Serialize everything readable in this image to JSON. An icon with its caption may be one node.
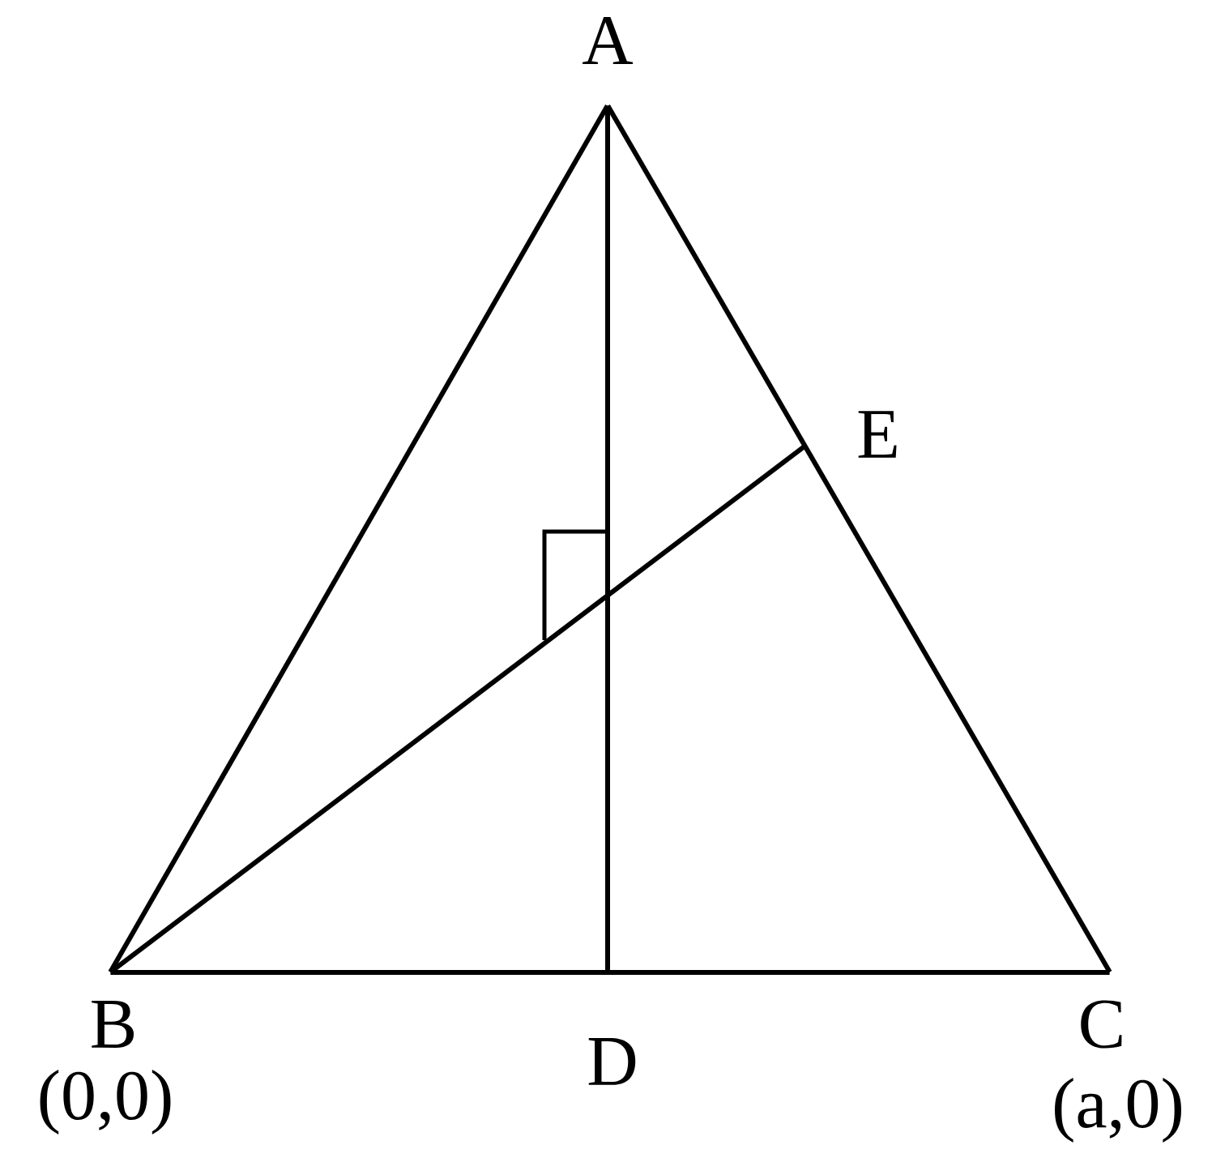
{
  "diagram": {
    "nodes": [
      {
        "text": [
          "A"
        ]
      },
      {
        "text": [
          "B"
        ],
        "beside": [
          "(0,0)"
        ]
      },
      {
        "text": [
          "C"
        ],
        "beside": [
          "(a,0)"
        ]
      },
      {
        "text": [
          "D"
        ]
      },
      {
        "text": [
          "E"
        ]
      }
    ],
    "edges": [
      {
        "from": 0,
        "to": 1,
        "arrow": "none"
      },
      {
        "from": 0,
        "to": 2,
        "arrow": "none"
      },
      {
        "from": 1,
        "to": 2,
        "arrow": "none"
      },
      {
        "from": 0,
        "to": 3,
        "arrow": "none"
      },
      {
        "from": 1,
        "to": 4,
        "arrow": "none"
      }
    ]
  }
}
